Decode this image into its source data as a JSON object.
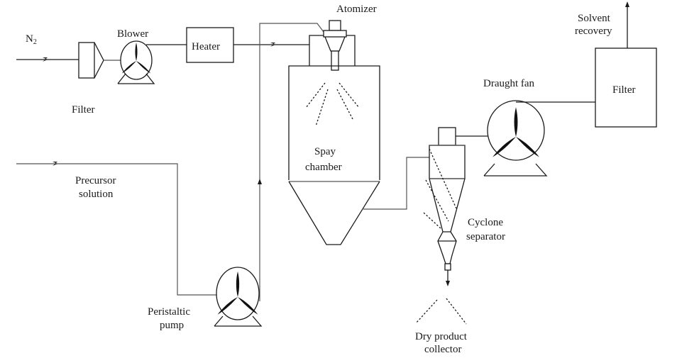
{
  "diagram": {
    "title": "Spray drying process flow",
    "labels": {
      "n2": "N",
      "n2_sub": "2",
      "filter_inlet": "Filter",
      "blower": "Blower",
      "heater": "Heater",
      "atomizer": "Atomizer",
      "spray_chamber_line1": "Spay",
      "spray_chamber_line2": "chamber",
      "precursor_line1": "Precursor",
      "precursor_line2": "solution",
      "peristaltic_line1": "Peristaltic",
      "peristaltic_line2": "pump",
      "cyclone_line1": "Cyclone",
      "cyclone_line2": "separator",
      "collector_line1": "Dry product",
      "collector_line2": "collector",
      "draught_fan": "Draught fan",
      "filter_outlet": "Filter",
      "solvent_line1": "Solvent",
      "solvent_line2": "recovery"
    },
    "flows": [
      {
        "from": "N2 inlet",
        "to": "Filter"
      },
      {
        "from": "Filter",
        "to": "Blower"
      },
      {
        "from": "Blower",
        "to": "Heater"
      },
      {
        "from": "Heater",
        "to": "Spray chamber"
      },
      {
        "from": "Precursor solution",
        "to": "Peristaltic pump"
      },
      {
        "from": "Peristaltic pump",
        "to": "Atomizer"
      },
      {
        "from": "Spray chamber",
        "to": "Cyclone separator"
      },
      {
        "from": "Cyclone separator",
        "to": "Dry product collector"
      },
      {
        "from": "Cyclone separator",
        "to": "Draught fan"
      },
      {
        "from": "Draught fan",
        "to": "Filter"
      },
      {
        "from": "Filter",
        "to": "Solvent recovery"
      }
    ]
  }
}
